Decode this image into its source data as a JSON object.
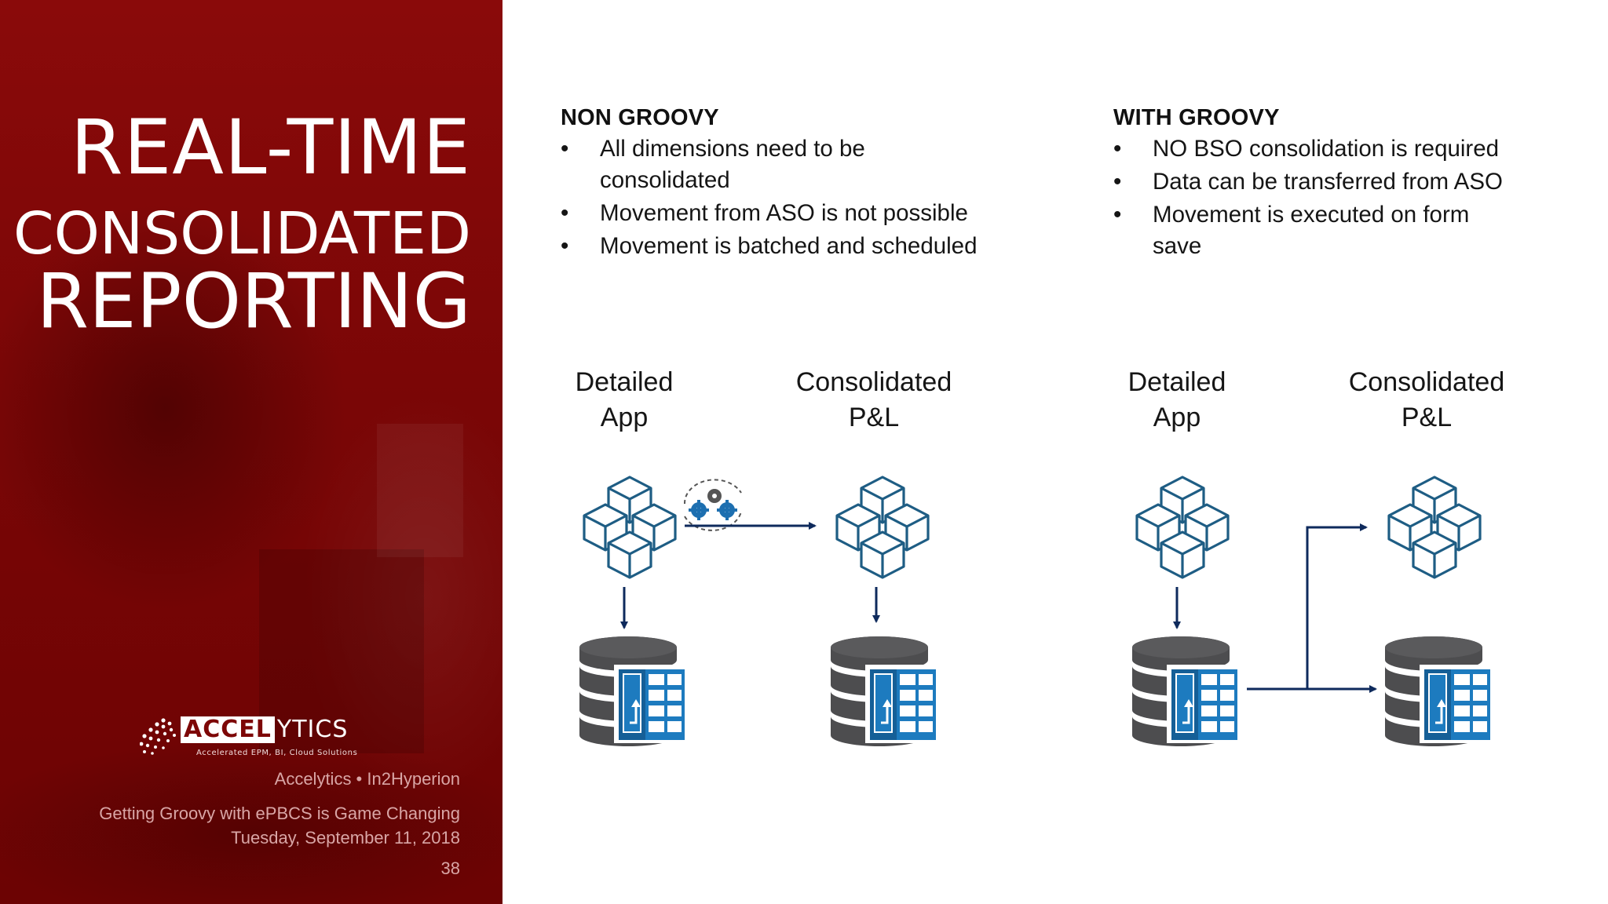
{
  "slide": {
    "title_line1": "REAL-TIME",
    "title_line2": "CONSOLIDATED",
    "title_line3": "REPORTING",
    "number": "38"
  },
  "brand": {
    "logo_boxed": "ACCEL",
    "logo_rest": "YTICS",
    "tagline": "Accelerated EPM, BI, Cloud Solutions",
    "accent_color": "#7d0707"
  },
  "footer": {
    "authors": "Accelytics • In2Hyperion",
    "talk_title": "Getting Groovy with ePBCS is Game Changing",
    "date": "Tuesday, September 11, 2018"
  },
  "non_groovy": {
    "heading": "NON GROOVY",
    "bullet_glyph": "•",
    "bullets": [
      "All dimensions need to be consolidated",
      "Movement from ASO is not possible",
      "Movement is batched and scheduled"
    ],
    "source_label_line1": "Detailed",
    "source_label_line2": "App",
    "target_label_line1": "Consolidated",
    "target_label_line2": "P&L"
  },
  "with_groovy": {
    "heading": "WITH GROOVY",
    "bullet_glyph": "•",
    "bullets": [
      "NO BSO consolidation is required",
      "Data can be transferred from ASO",
      "Movement is executed on form save"
    ],
    "source_label_line1": "Detailed",
    "source_label_line2": "App",
    "target_label_line1": "Consolidated",
    "target_label_line2": "P&L"
  },
  "icons": {
    "cube": "cube-cluster-icon",
    "database": "database-icon",
    "cube_table": "analysis-cube-table-icon",
    "gears": "gears-icon",
    "cube_stroke_color": "#1e5d84",
    "db_color": "#4d4d4f",
    "table_color": "#1d7bbf",
    "arrow_color": "#0e2a5c"
  }
}
